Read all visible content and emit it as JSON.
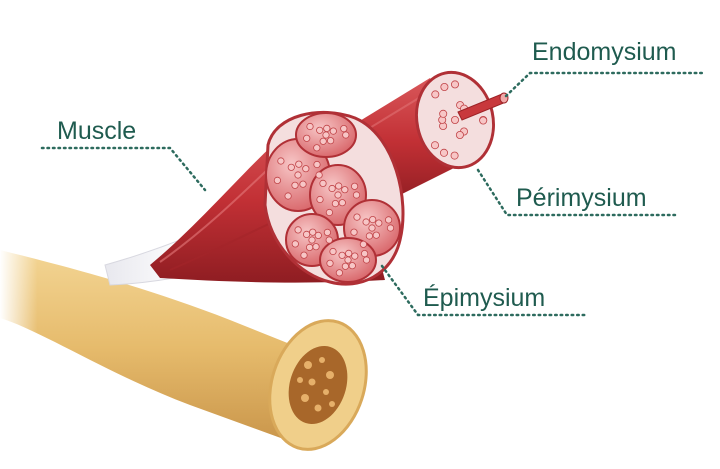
{
  "labels": {
    "muscle": "Muscle",
    "endomysium": "Endomysium",
    "perimysium": "Périmysium",
    "epimysium": "Épimysium"
  },
  "colors": {
    "label_text": "#1f5b4f",
    "leader_line": "#2d6b5e",
    "muscle_red": "#c8383c",
    "muscle_dark": "#9c2226",
    "fiber_pink": "#f2a9a9",
    "bone_yellow": "#e8c27a",
    "bone_marrow": "#a8672a"
  }
}
